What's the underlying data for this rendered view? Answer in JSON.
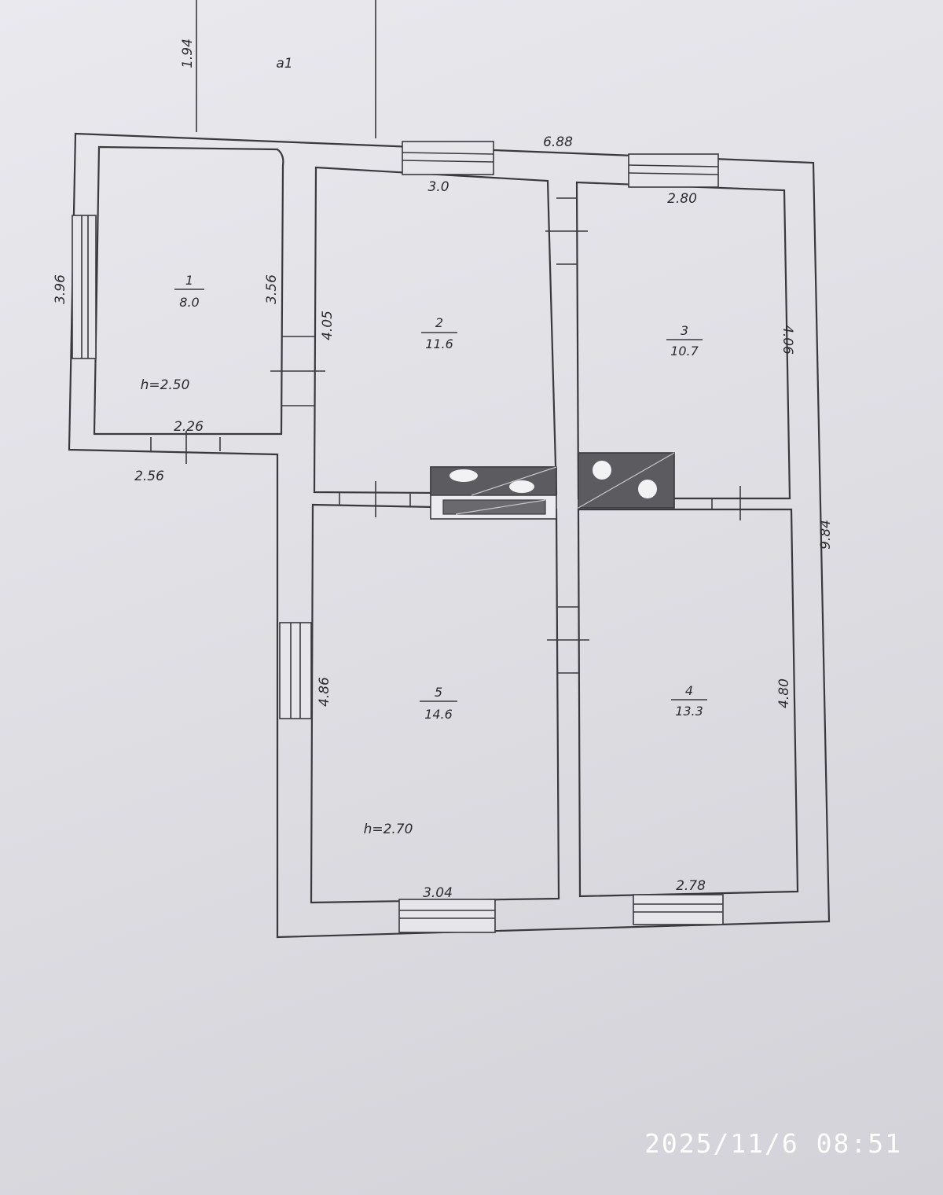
{
  "plan": {
    "dimensions": {
      "d194": "1.94",
      "a1": "a1",
      "d688": "6.88",
      "d396": "3.96",
      "d356": "3.56",
      "d405": "4.05",
      "d30": "3.0",
      "d280": "2.80",
      "d406": "4.06",
      "h250": "h=2.50",
      "d226": "2.26",
      "d256": "2.56",
      "d984": "9.84",
      "d486": "4.86",
      "d480": "4.80",
      "h270": "h=2.70",
      "d304": "3.04",
      "d278": "2.78"
    },
    "rooms": [
      {
        "number": "1",
        "area": "8.0"
      },
      {
        "number": "2",
        "area": "11.6"
      },
      {
        "number": "3",
        "area": "10.7"
      },
      {
        "number": "4",
        "area": "13.3"
      },
      {
        "number": "5",
        "area": "14.6"
      }
    ]
  },
  "timestamp": "2025/11/6 08:51"
}
